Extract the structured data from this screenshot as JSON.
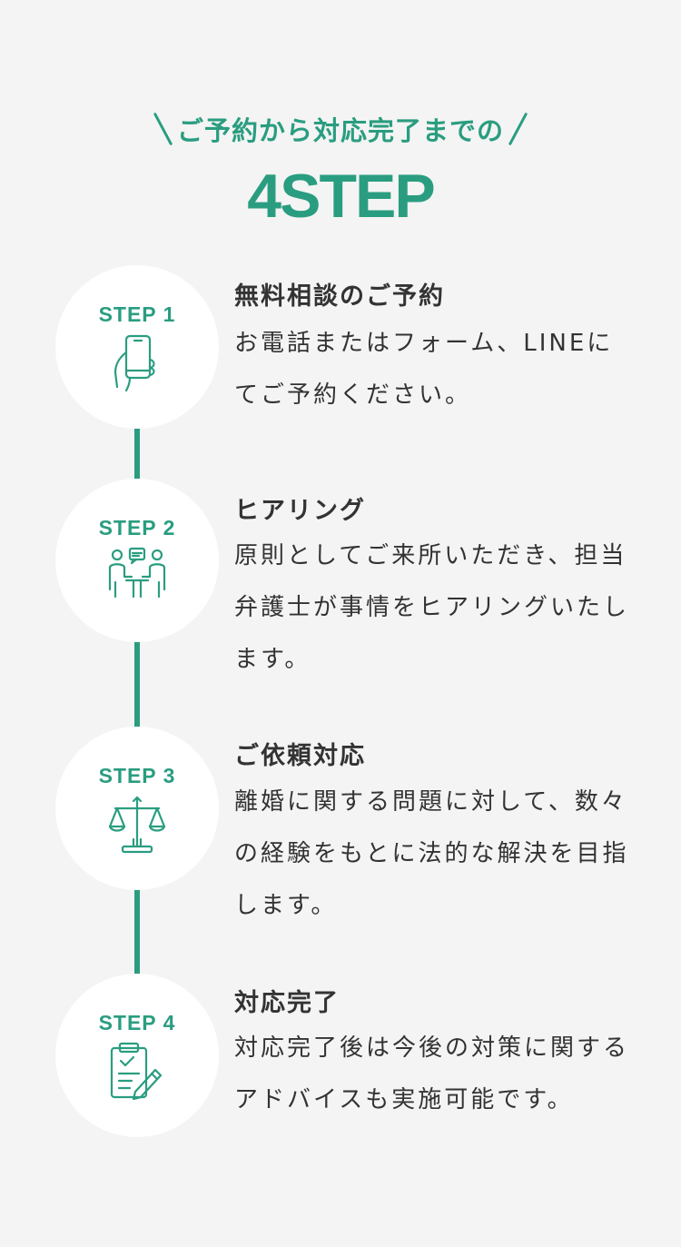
{
  "header": {
    "subtitle": "ご予約から対応完了までの",
    "title": "4STEP"
  },
  "colors": {
    "accent": "#2a9d80",
    "background": "#f4f4f4",
    "circle": "#ffffff",
    "text": "#333333"
  },
  "steps": [
    {
      "label": "STEP 1",
      "icon": "smartphone-hand-icon",
      "title": "無料相談のご予約",
      "desc": "お電話またはフォーム、LINEにてご予約ください。"
    },
    {
      "label": "STEP 2",
      "icon": "consultation-meeting-icon",
      "title": "ヒアリング",
      "desc": "原則としてご来所いただき、担当弁護士が事情をヒアリングいたします。"
    },
    {
      "label": "STEP 3",
      "icon": "scales-of-justice-icon",
      "title": "ご依頼対応",
      "desc": "離婚に関する問題に対して、数々の経験をもとに法的な解決を目指します。"
    },
    {
      "label": "STEP 4",
      "icon": "clipboard-pen-icon",
      "title": "対応完了",
      "desc": "対応完了後は今後の対策に関するアドバイスも実施可能です。"
    }
  ]
}
